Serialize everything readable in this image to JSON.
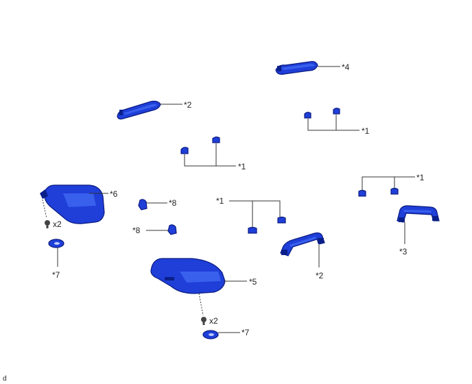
{
  "callouts": {
    "c1a": "*1",
    "c1b": "*1",
    "c1c": "*1",
    "c1d": "*1",
    "c2a": "*2",
    "c2b": "*2",
    "c3": "*3",
    "c4": "*4",
    "c5": "*5",
    "c6": "*6",
    "c7a": "*7",
    "c7b": "*7",
    "c8a": "*8",
    "c8b": "*8"
  },
  "quantities": {
    "screw_left": "x2",
    "screw_bottom": "x2"
  },
  "figure_code": "d",
  "colors": {
    "part_fill": "#1f3fd8",
    "part_outline": "#0a1a80",
    "line": "#333333"
  }
}
